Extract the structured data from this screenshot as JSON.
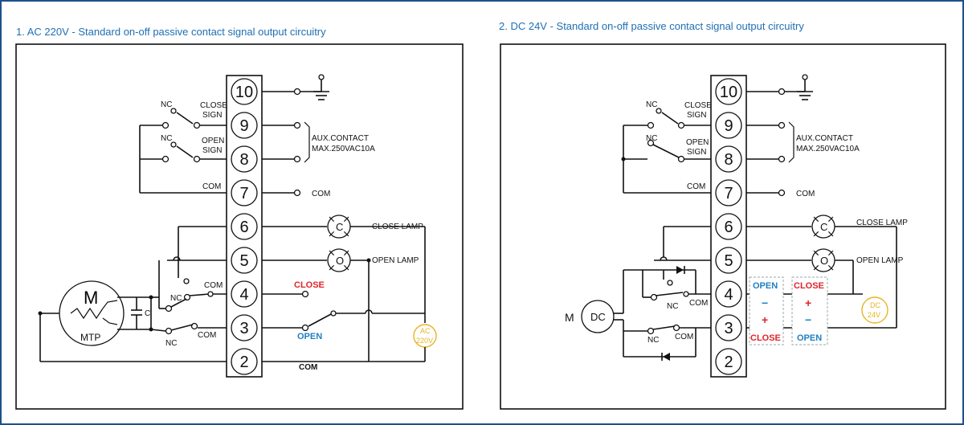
{
  "titles": {
    "ac": "1. AC 220V - Standard on-off passive contact signal output circuitry",
    "dc": "2. DC 24V - Standard on-off passive contact signal output circuitry"
  },
  "terminals": [
    "10",
    "9",
    "8",
    "7",
    "6",
    "5",
    "4",
    "3",
    "2"
  ],
  "left": {
    "nc": "NC",
    "close_sign": [
      "CLOSE",
      "SIGN"
    ],
    "open_sign": [
      "OPEN",
      "SIGN"
    ],
    "com": "COM",
    "aux": [
      "AUX.CONTACT",
      "MAX.250VAC10A"
    ],
    "close_lamp": "CLOSE LAMP",
    "open_lamp": "OPEN LAMP",
    "lamp_c": "C",
    "lamp_o": "O",
    "close_red": "CLOSE",
    "open_blue": "OPEN",
    "com_bottom": "COM",
    "motor_m": "M",
    "motor_mtp": "MTP",
    "cap_c": "C",
    "supply": [
      "AC",
      "220V"
    ]
  },
  "right": {
    "motor_m": "M",
    "motor_dc": "DC",
    "supply": [
      "DC",
      "24V"
    ],
    "t4_left": "OPEN",
    "t4_right": "CLOSE",
    "minus": "−",
    "plus": "+",
    "t3_left": "CLOSE",
    "t3_right": "OPEN"
  },
  "colors": {
    "title": "#1f6fb3",
    "frame": "#1f4e8c",
    "red": "#e0242b",
    "blue": "#1f7fc4",
    "gold": "#e8b323"
  }
}
